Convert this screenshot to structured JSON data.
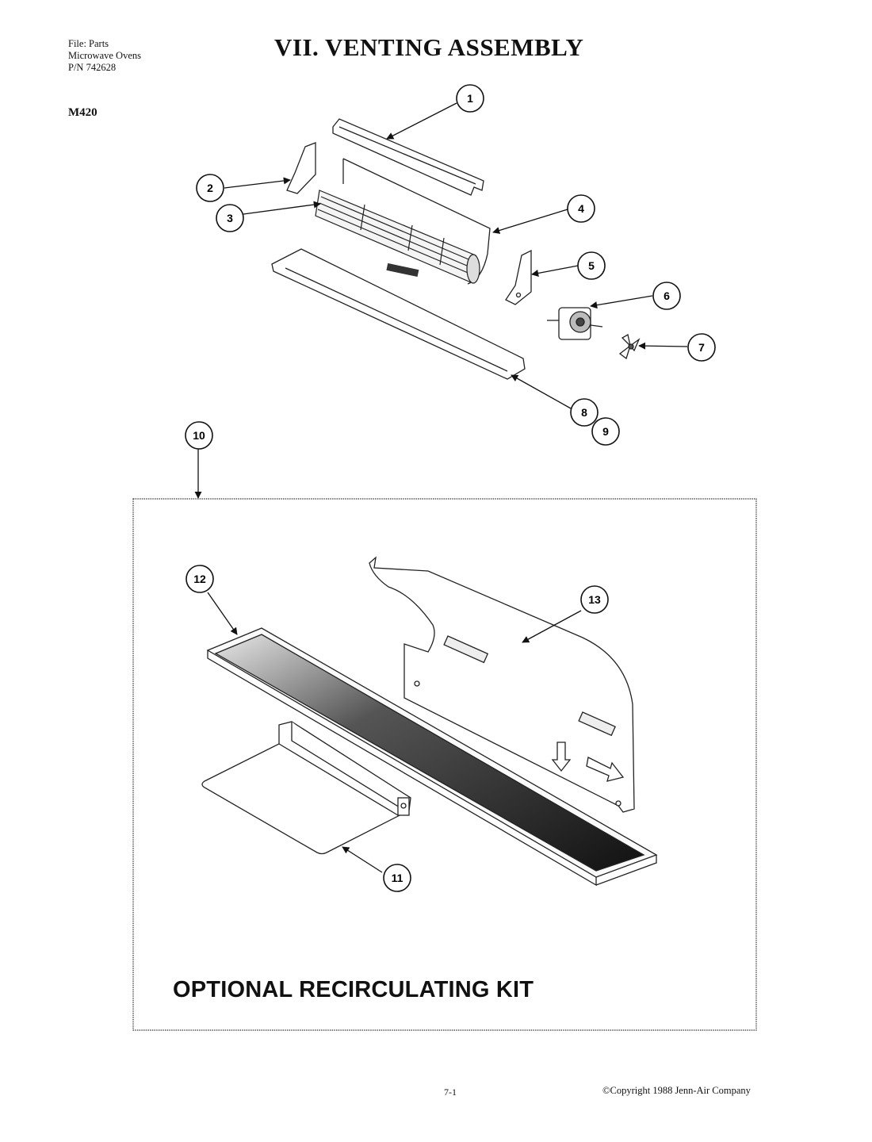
{
  "header": {
    "file_line": "File: Parts",
    "category_line": "Microwave Ovens",
    "pn_line": "P/N 742628",
    "model": "M420",
    "title": "VII.  VENTING ASSEMBLY"
  },
  "diagram": {
    "callouts": [
      "1",
      "2",
      "3",
      "4",
      "5",
      "6",
      "7",
      "8",
      "9",
      "10",
      "11",
      "12",
      "13"
    ],
    "kit_label": "OPTIONAL RECIRCULATING KIT"
  },
  "footer": {
    "page_number": "7-1",
    "copyright": "©Copyright 1988 Jenn-Air Company"
  }
}
